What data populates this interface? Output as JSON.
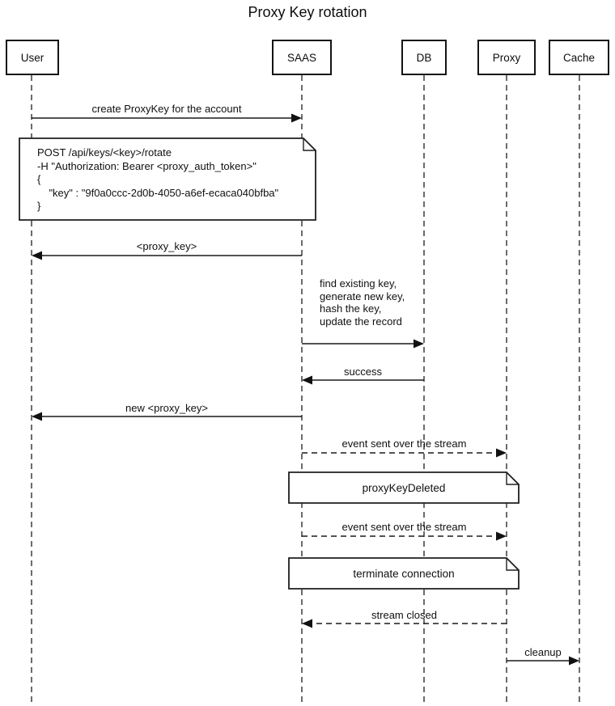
{
  "title": "Proxy Key rotation",
  "actors": [
    {
      "id": "user",
      "label": "User"
    },
    {
      "id": "saas",
      "label": "SAAS"
    },
    {
      "id": "db",
      "label": "DB"
    },
    {
      "id": "proxy",
      "label": "Proxy"
    },
    {
      "id": "cache",
      "label": "Cache"
    }
  ],
  "messages": [
    {
      "id": "create-proxykey",
      "label": "create ProxyKey for the account",
      "from": "User",
      "to": "SAAS",
      "line": "solid"
    },
    {
      "id": "proxy-key-return",
      "label": "<proxy_key>",
      "from": "SAAS",
      "to": "User",
      "line": "solid"
    },
    {
      "id": "update-db",
      "label": "find existing key,\ngenerate new key,\nhash the key,\nupdate the record",
      "from": "SAAS",
      "to": "DB",
      "line": "solid"
    },
    {
      "id": "db-success",
      "label": "success",
      "from": "DB",
      "to": "SAAS",
      "line": "solid"
    },
    {
      "id": "new-proxy-key",
      "label": "new <proxy_key>",
      "from": "SAAS",
      "to": "User",
      "line": "solid"
    },
    {
      "id": "event-stream-1",
      "label": "event sent over the stream",
      "from": "SAAS",
      "to": "Proxy",
      "line": "dashed"
    },
    {
      "id": "event-stream-2",
      "label": "event sent over the stream",
      "from": "SAAS",
      "to": "Proxy",
      "line": "dashed"
    },
    {
      "id": "stream-closed",
      "label": "stream closed",
      "from": "Proxy",
      "to": "SAAS",
      "line": "dashed"
    },
    {
      "id": "cleanup",
      "label": "cleanup",
      "from": "Proxy",
      "to": "Cache",
      "line": "solid"
    }
  ],
  "notes": [
    {
      "id": "request-payload",
      "lines": [
        "POST /api/keys/<key>/rotate",
        "-H \"Authorization: Bearer <proxy_auth_token>\"",
        "{",
        "    \"key\" : \"9f0a0ccc-2d0b-4050-a6ef-ecaca040bfba\"",
        "}"
      ]
    },
    {
      "id": "proxy-key-deleted",
      "label": "proxyKeyDeleted"
    },
    {
      "id": "terminate-connection",
      "label": "terminate connection"
    }
  ],
  "colors": {
    "stroke": "#1a1a1a",
    "background": "#ffffff",
    "text": "#111111"
  }
}
